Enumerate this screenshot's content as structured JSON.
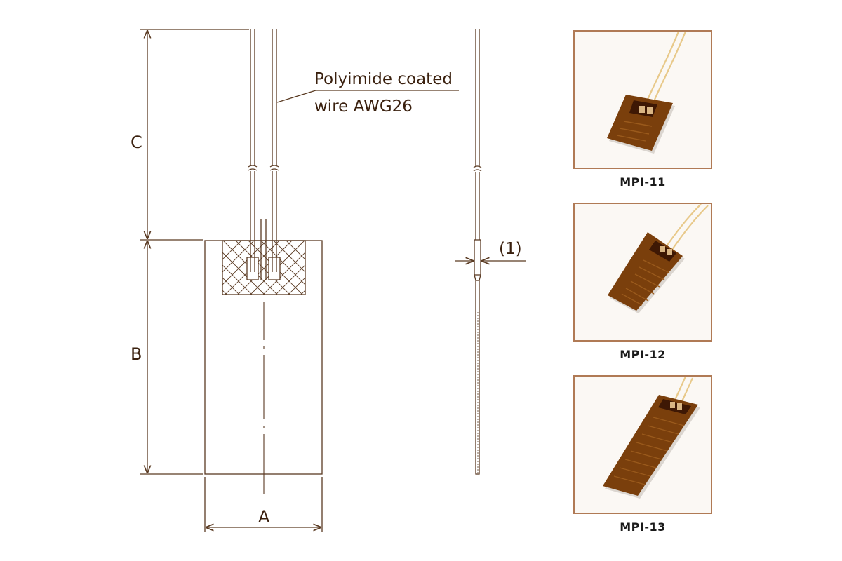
{
  "drawing": {
    "dimension_labels": {
      "c": "C",
      "b": "B",
      "a": "A"
    },
    "annotation": {
      "line1": "Polyimide coated",
      "line2": "wire AWG26"
    },
    "thickness_label": "(1)",
    "colors": {
      "line": "#5a3a22",
      "frame": "#b07a55",
      "heater_dark": "#4a1f05",
      "heater_body": "#7a3f0c",
      "heater_light": "#9a5a1c",
      "wire": "#e8c98a"
    }
  },
  "products": [
    {
      "caption": "MPI-11",
      "image_icon": "heater-photo-icon"
    },
    {
      "caption": "MPI-12",
      "image_icon": "heater-photo-icon"
    },
    {
      "caption": "MPI-13",
      "image_icon": "heater-photo-icon"
    }
  ]
}
